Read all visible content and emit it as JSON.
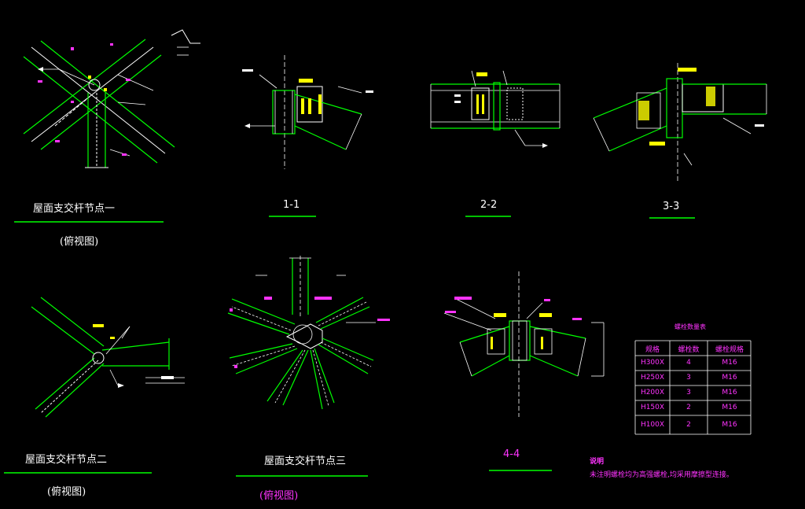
{
  "views": {
    "node1": {
      "title": "屋面支交杆节点一",
      "subtitle": "(俯视图)"
    },
    "node2": {
      "title": "屋面支交杆节点二",
      "subtitle": "(俯视图)"
    },
    "node3": {
      "title": "屋面支交杆节点三",
      "subtitle": "(俯视图)"
    }
  },
  "sections": {
    "s11": "1-1",
    "s22": "2-2",
    "s33": "3-3",
    "s44": "4-4"
  },
  "table": {
    "title": "螺栓数量表",
    "headers": [
      "规格",
      "螺栓数",
      "螺栓规格"
    ],
    "rows": [
      [
        "H300X",
        "4",
        "M16"
      ],
      [
        "H250X",
        "3",
        "M16"
      ],
      [
        "H200X",
        "3",
        "M16"
      ],
      [
        "H150X",
        "2",
        "M16"
      ],
      [
        "H100X",
        "2",
        "M16"
      ]
    ]
  },
  "notes": {
    "heading": "说明",
    "body": "未注明螺栓均为高强螺栓,均采用摩擦型连接。"
  },
  "colors": {
    "green": "#00ff00",
    "white": "#ffffff",
    "magenta": "#ff33ff",
    "yellow": "#ffff00",
    "background": "#000000"
  }
}
